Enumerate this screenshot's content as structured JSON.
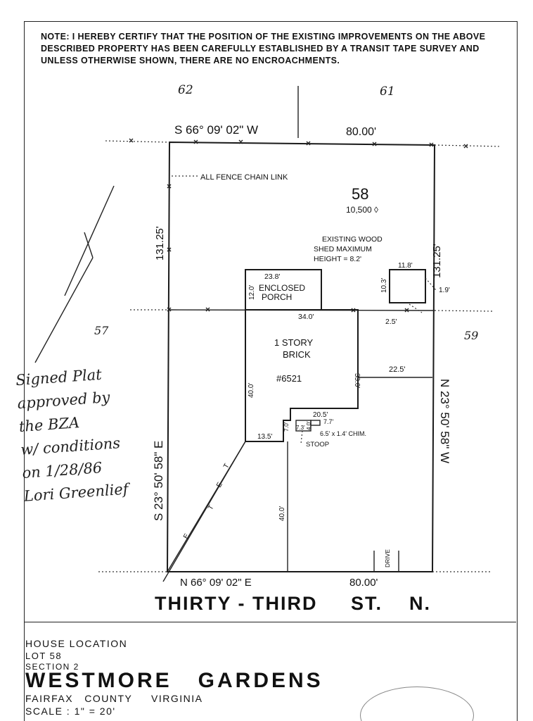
{
  "note": "NOTE:  I HEREBY CERTIFY THAT THE POSITION OF THE EXISTING IMPROVEMENTS ON THE ABOVE DESCRIBED PROPERTY HAS BEEN CAREFULLY ESTABLISHED BY A TRANSIT TAPE SURVEY AND UNLESS OTHERWISE SHOWN, THERE ARE NO ENCROACHMENTS.",
  "adjacent_lots": {
    "top_left": "62",
    "top_right": "61",
    "left": "57",
    "right": "59"
  },
  "bearings": {
    "north": "S 66° 09' 02\" W",
    "south": "N 66° 09' 02\" E",
    "west": "S 23° 50' 58\" E",
    "east": "N 23° 50' 58\" W"
  },
  "distances": {
    "north": "80.00'",
    "south": "80.00'",
    "west": "131.25'",
    "east": "131.25'"
  },
  "fence_label": "ALL FENCE CHAIN LINK",
  "lot": {
    "number": "58",
    "area": "10,500 ◊"
  },
  "shed": {
    "label_1": "EXISTING WOOD",
    "label_2": "SHED MAXIMUM",
    "label_3": "HEIGHT = 8.2'",
    "width": "11.8'",
    "depth": "10.3'",
    "offset": "1.9'",
    "rear_offset": "2.5'"
  },
  "porch": {
    "label_1": "ENCLOSED",
    "label_2": "PORCH",
    "width": "23.8'",
    "depth": "12.0'"
  },
  "house": {
    "label_1": "1  STORY",
    "label_2": "BRICK",
    "number": "#6521",
    "rear_width": "34.0'",
    "right_depth": "33.0'",
    "left_depth": "40.0'",
    "side_setback": "22.5'",
    "front_step": "20.5'",
    "front_left": "13.5'",
    "notch": "7.0'",
    "stoop_w": "7.3'",
    "stoop_d": "4.0'",
    "chim_off": "7.7'",
    "chimney": "6.5' x 1.4' CHIM.",
    "stoop_label": "STOOP",
    "front_setback": "40.0'"
  },
  "drive": "DRIVE",
  "easement": {
    "letters": [
      "E",
      "T",
      "E",
      "T"
    ]
  },
  "signature_note": [
    "Signed Plat",
    "approved by",
    "the BZA",
    "w/ conditions",
    "on 1/28/86",
    "Lori Greenlief"
  ],
  "street": "THIRTY - THIRD     ST.    N.",
  "title_block": {
    "line1": "HOUSE  LOCATION",
    "line2": "LOT 58",
    "line3": "SECTION  2",
    "subdivision": "WESTMORE   GARDENS",
    "county": "FAIRFAX   COUNTY     VIRGINIA",
    "scale": "SCALE :  1\" = 20'"
  }
}
